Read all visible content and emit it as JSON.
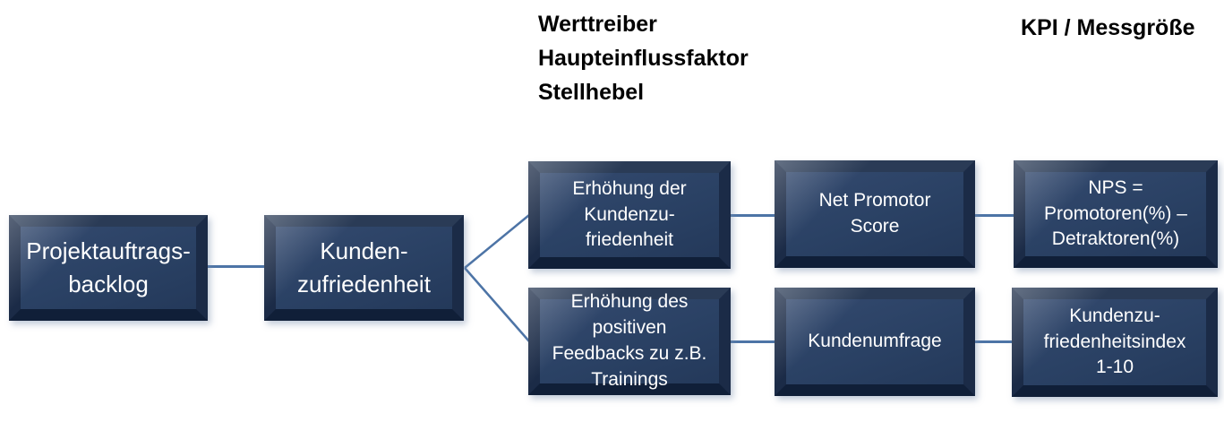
{
  "headers": {
    "left": {
      "lines": [
        "Werttreiber",
        "Haupteinflussfaktor",
        "Stellhebel"
      ]
    },
    "right": "KPI / Messgröße"
  },
  "boxes": [
    {
      "id": "projektauftragsbacklog",
      "text": "Projektauftrags-\nbacklog"
    },
    {
      "id": "kundenzufriedenheit",
      "text": "Kunden-\nzufriedenheit"
    },
    {
      "id": "erhoehung-kundenzufriedenheit",
      "text": "Erhöhung der\nKundenzu-\nfriedenheit"
    },
    {
      "id": "erhoehung-positives-feedback",
      "text": "Erhöhung des\npositiven\nFeedbacks zu z.B.\nTrainings"
    },
    {
      "id": "net-promotor-score",
      "text": "Net Promotor\nScore"
    },
    {
      "id": "kundenumfrage",
      "text": "Kundenumfrage"
    },
    {
      "id": "nps-formel",
      "text": "NPS =\nPromotoren(%) –\nDetraktoren(%)"
    },
    {
      "id": "kundenzufriedenheitsindex",
      "text": "Kundenzu-\nfriedenheitsindex\n1-10"
    }
  ],
  "colors": {
    "background": "#ffffff",
    "box_fill": "#2b4164",
    "box_frame_dark": "#12213a",
    "box_text": "#ffffff",
    "connector_line": "#4d74a6",
    "header_text": "#000000"
  }
}
